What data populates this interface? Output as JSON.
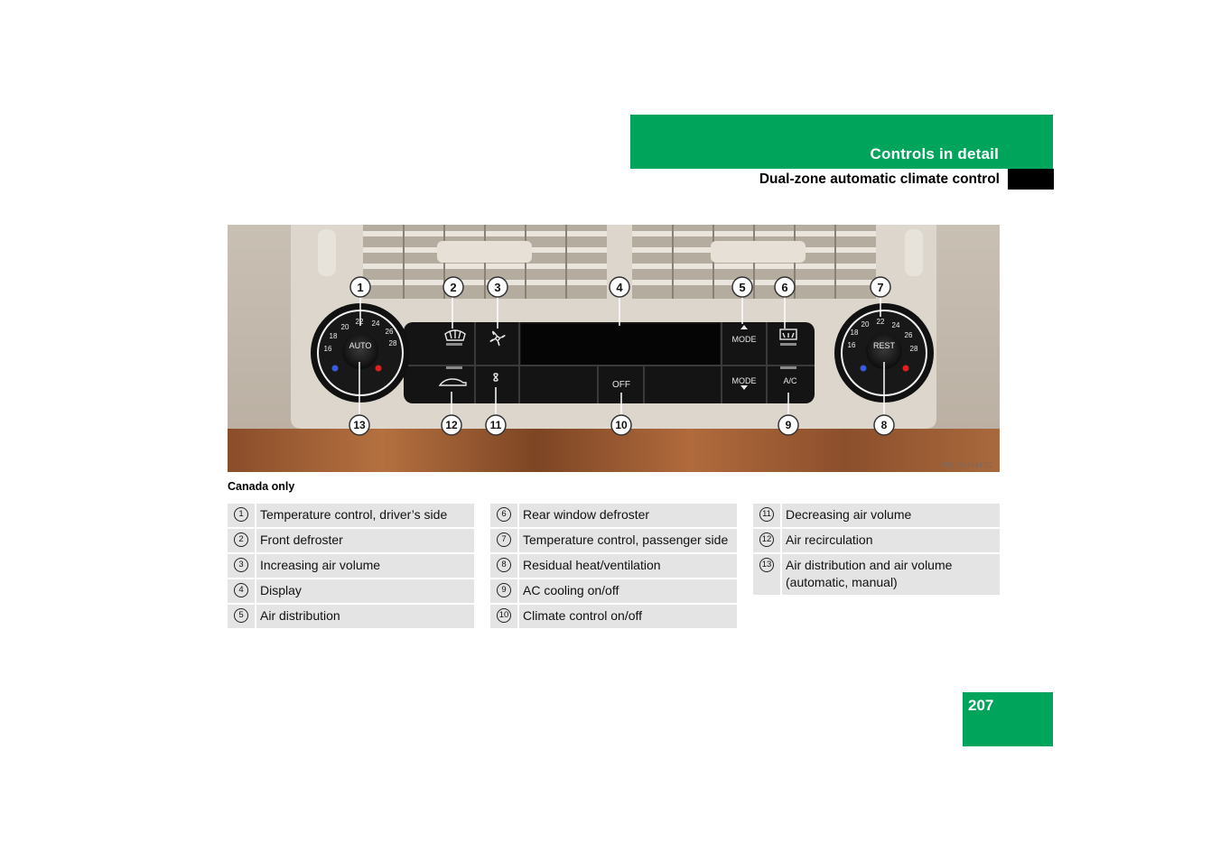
{
  "header": {
    "section_title": "Controls in detail",
    "subsection_title": "Dual-zone automatic climate control"
  },
  "figure": {
    "image_id_label": "P83.30-4444-31",
    "knob_left": {
      "center": "AUTO",
      "scale": [
        "16",
        "18",
        "20",
        "22",
        "24",
        "26",
        "28"
      ]
    },
    "knob_right": {
      "center": "REST",
      "scale": [
        "16",
        "18",
        "20",
        "22",
        "24",
        "26",
        "28"
      ]
    },
    "button_labels": {
      "mode_up": "MODE",
      "mode_down": "MODE",
      "off": "OFF",
      "ac": "A/C"
    },
    "callouts_top": [
      "1",
      "2",
      "3",
      "4",
      "5",
      "6",
      "7"
    ],
    "callouts_bottom": [
      "13",
      "12",
      "11",
      "10",
      "9",
      "8"
    ]
  },
  "caption": "Canada only",
  "legend": {
    "columns": [
      [
        {
          "num": "1",
          "text": "Temperature control, driver’s side"
        },
        {
          "num": "2",
          "text": "Front defroster"
        },
        {
          "num": "3",
          "text": "Increasing air volume"
        },
        {
          "num": "4",
          "text": "Display"
        },
        {
          "num": "5",
          "text": "Air distribution"
        }
      ],
      [
        {
          "num": "6",
          "text": "Rear window defroster"
        },
        {
          "num": "7",
          "text": "Temperature control, passenger side"
        },
        {
          "num": "8",
          "text": "Residual heat/ventilation"
        },
        {
          "num": "9",
          "text": "AC cooling on/off"
        },
        {
          "num": "10",
          "text": "Climate control on/off"
        }
      ],
      [
        {
          "num": "11",
          "text": "Decreasing air volume"
        },
        {
          "num": "12",
          "text": "Air recirculation"
        },
        {
          "num": "13",
          "text": "Air distribution and air volume (automatic, manual)"
        }
      ]
    ]
  },
  "page": {
    "number": "207"
  },
  "colors": {
    "accent_green": "#00a45a"
  }
}
